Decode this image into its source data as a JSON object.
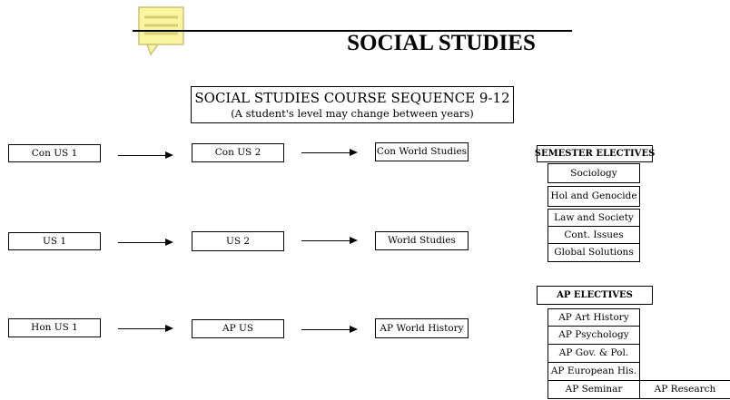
{
  "page": {
    "title": "SOCIAL STUDIES",
    "sequence_title": "SOCIAL STUDIES COURSE SEQUENCE 9-12",
    "sequence_subtitle": "(A student's level may change between years)"
  },
  "tracks": [
    {
      "courses": [
        "Con US 1",
        "Con US 2",
        "Con World Studies"
      ]
    },
    {
      "courses": [
        "US 1",
        "US 2",
        "World Studies"
      ]
    },
    {
      "courses": [
        "Hon US 1",
        "AP US",
        "AP World History"
      ]
    }
  ],
  "semester_electives": {
    "heading": "SEMESTER ELECTIVES",
    "items": [
      "Sociology",
      "Hol and Genocide",
      "Law and Society",
      "Cont. Issues",
      "Global Solutions"
    ]
  },
  "ap_electives": {
    "heading": "AP ELECTIVES",
    "items": [
      "AP Art History",
      "AP Psychology",
      "AP Gov. & Pol.",
      "AP European His.",
      "AP Seminar"
    ],
    "extra": "AP Research"
  },
  "colors": {
    "note_fill": "#fbf5a0",
    "note_border": "#c9c27a",
    "note_lines": "#d8cf72"
  },
  "icons": {
    "note": "sticky-note-comment-icon"
  }
}
